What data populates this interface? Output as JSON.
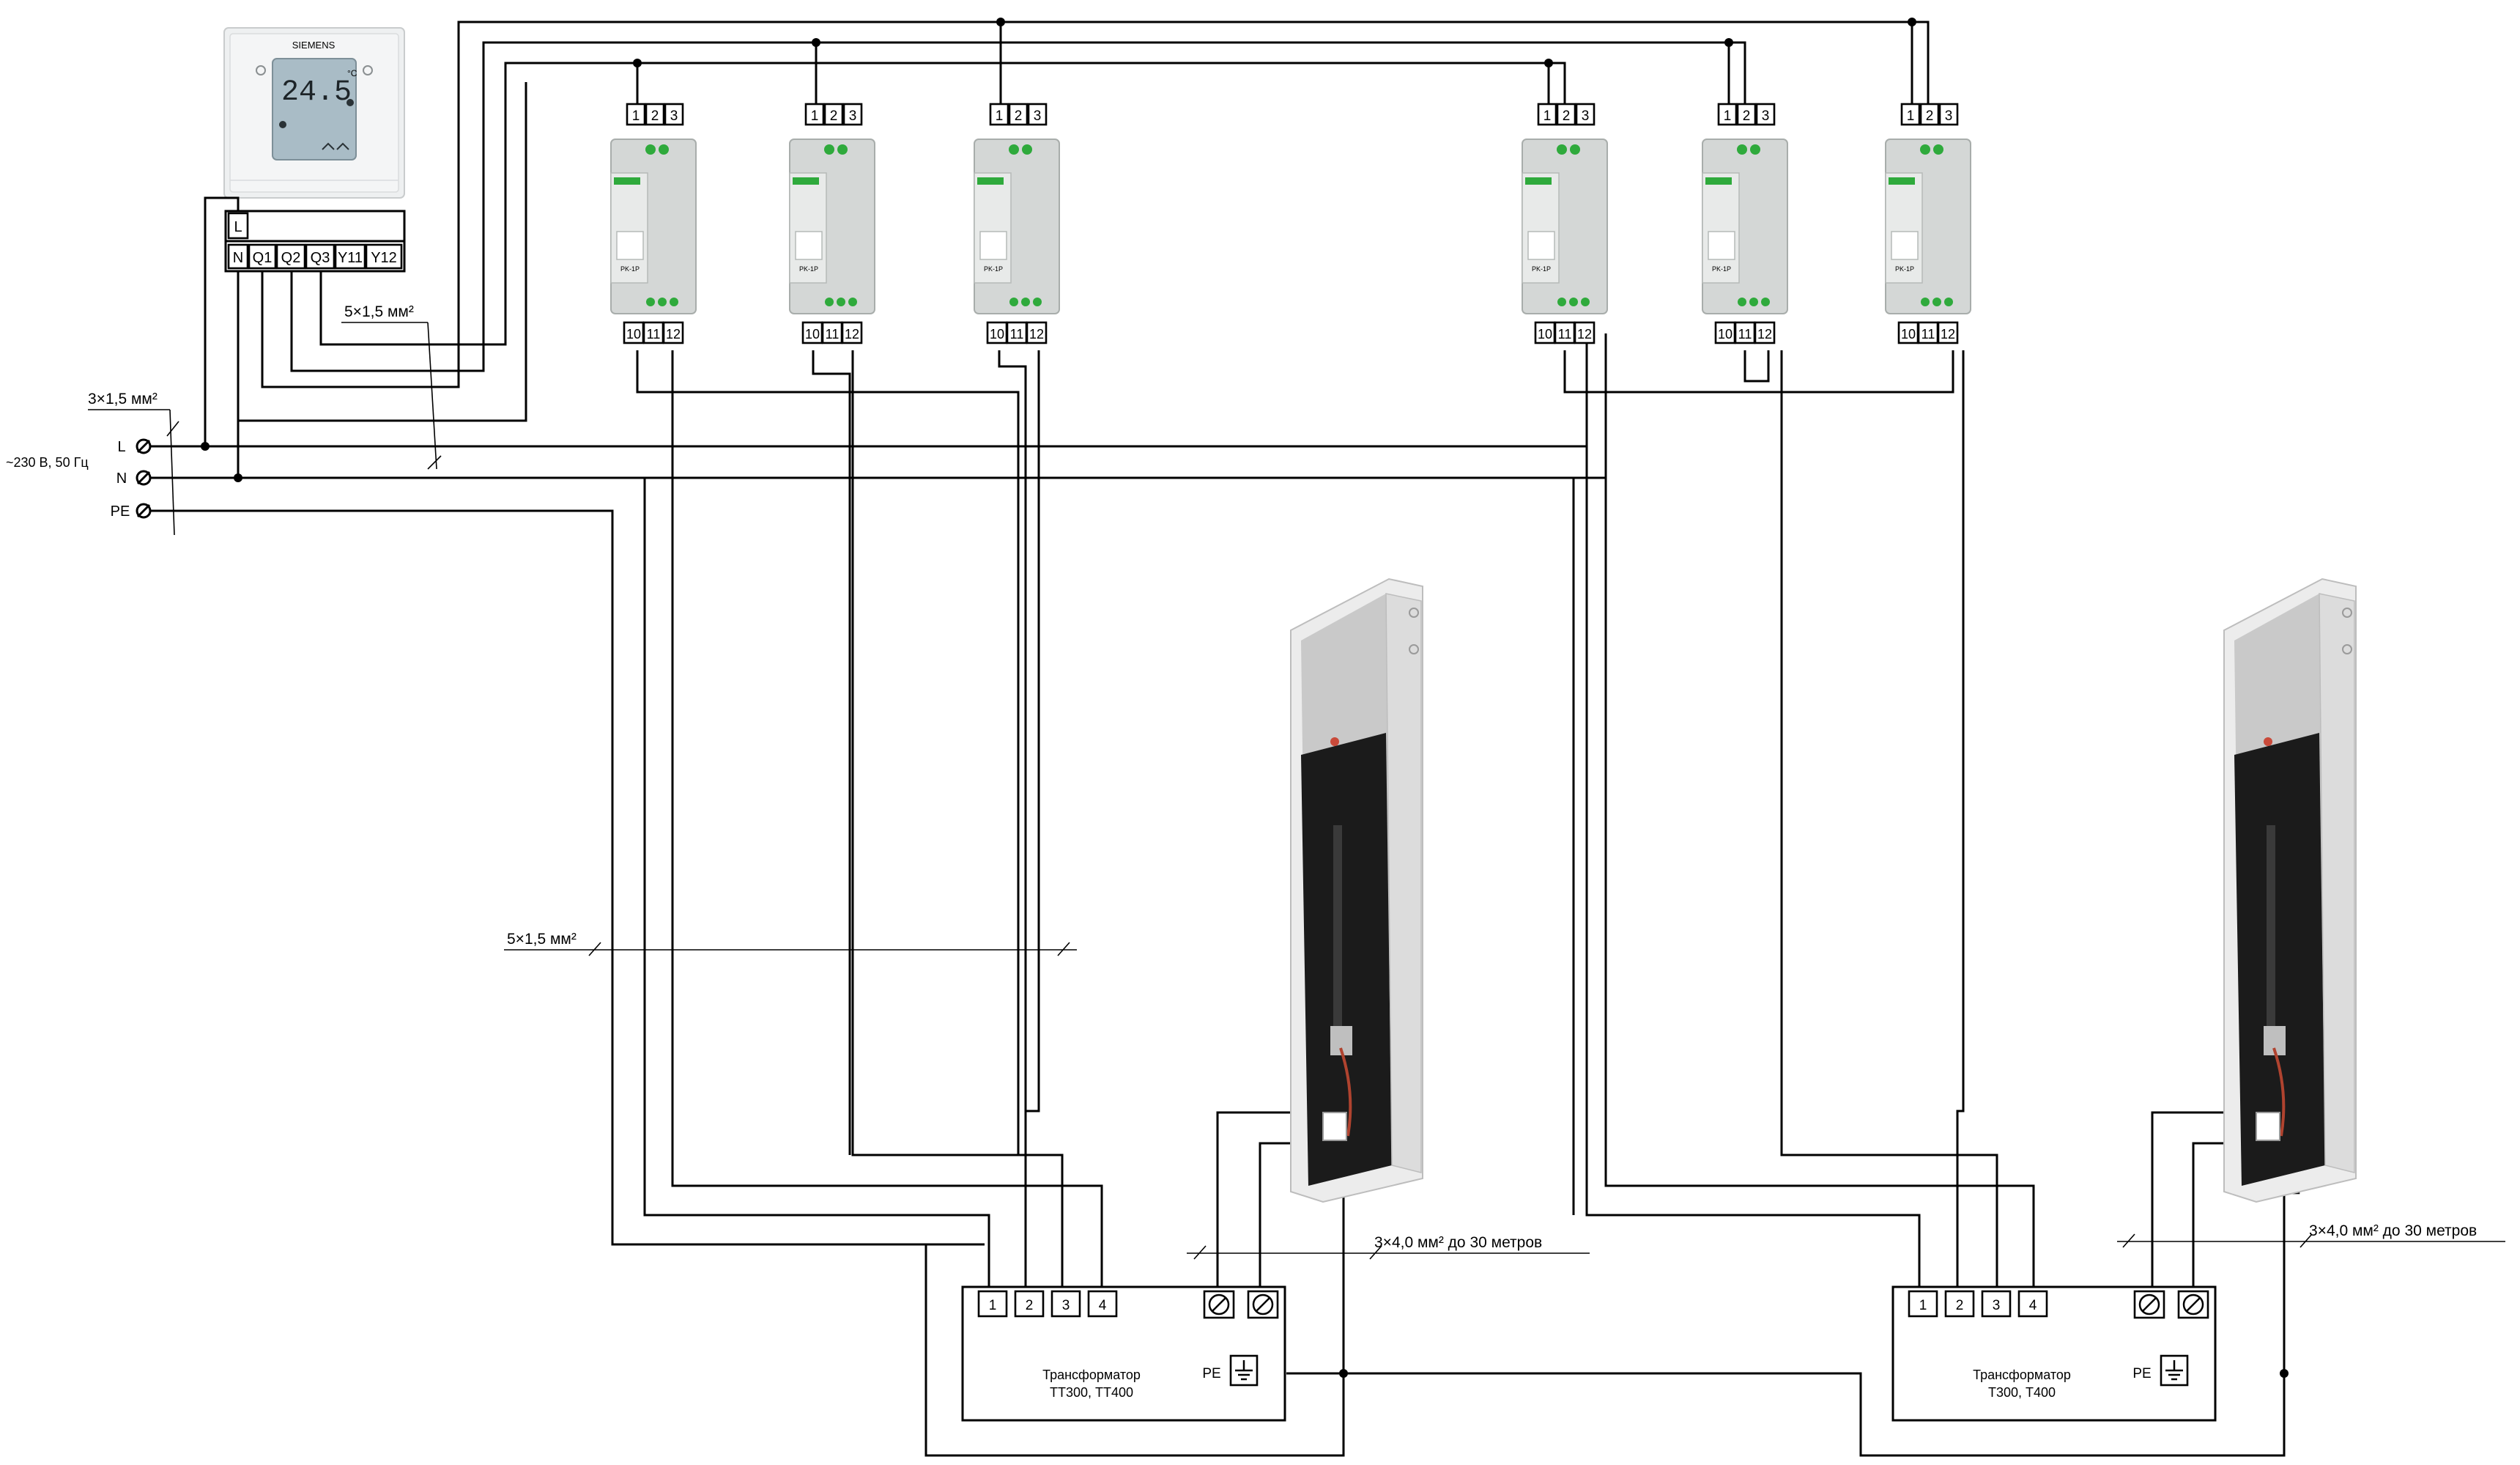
{
  "thermostat": {
    "brand": "SIEMENS",
    "display_value": "24.5",
    "display_unit": "°C"
  },
  "thermostat_terminals": {
    "top": "L",
    "bottom": [
      "N",
      "Q1",
      "Q2",
      "Q3",
      "Y11",
      "Y12"
    ]
  },
  "relay": {
    "model_label": "PK-1P",
    "input_terminals": [
      "1",
      "2",
      "3"
    ],
    "output_terminals": [
      "10",
      "11",
      "12"
    ]
  },
  "supply": {
    "cable": "3×1,5 мм²",
    "voltage": "~230 В, 50 Гц",
    "lines": [
      "L",
      "N",
      "PE"
    ]
  },
  "cables": {
    "control_top": "5×1,5 мм²",
    "control_bottom": "5×1,5 мм²",
    "heater_left": "3×4,0 мм² до 30 метров",
    "heater_right": "3×4,0 мм² до 30 метров"
  },
  "transformers": [
    {
      "title": "Трансформатор",
      "models": "ТТ300, ТТ400",
      "terminals": [
        "1",
        "2",
        "3",
        "4"
      ],
      "pe_label": "PE"
    },
    {
      "title": "Трансформатор",
      "models": "Т300, Т400",
      "terminals": [
        "1",
        "2",
        "3",
        "4"
      ],
      "pe_label": "PE"
    }
  ],
  "colors": {
    "relay_body": "#d4d7d6",
    "relay_accent": "#2faa3c",
    "convector_frame": "#e6e6e6",
    "convector_grille": "#1b1b1b",
    "thermostat_display": "#a9bcc6"
  }
}
